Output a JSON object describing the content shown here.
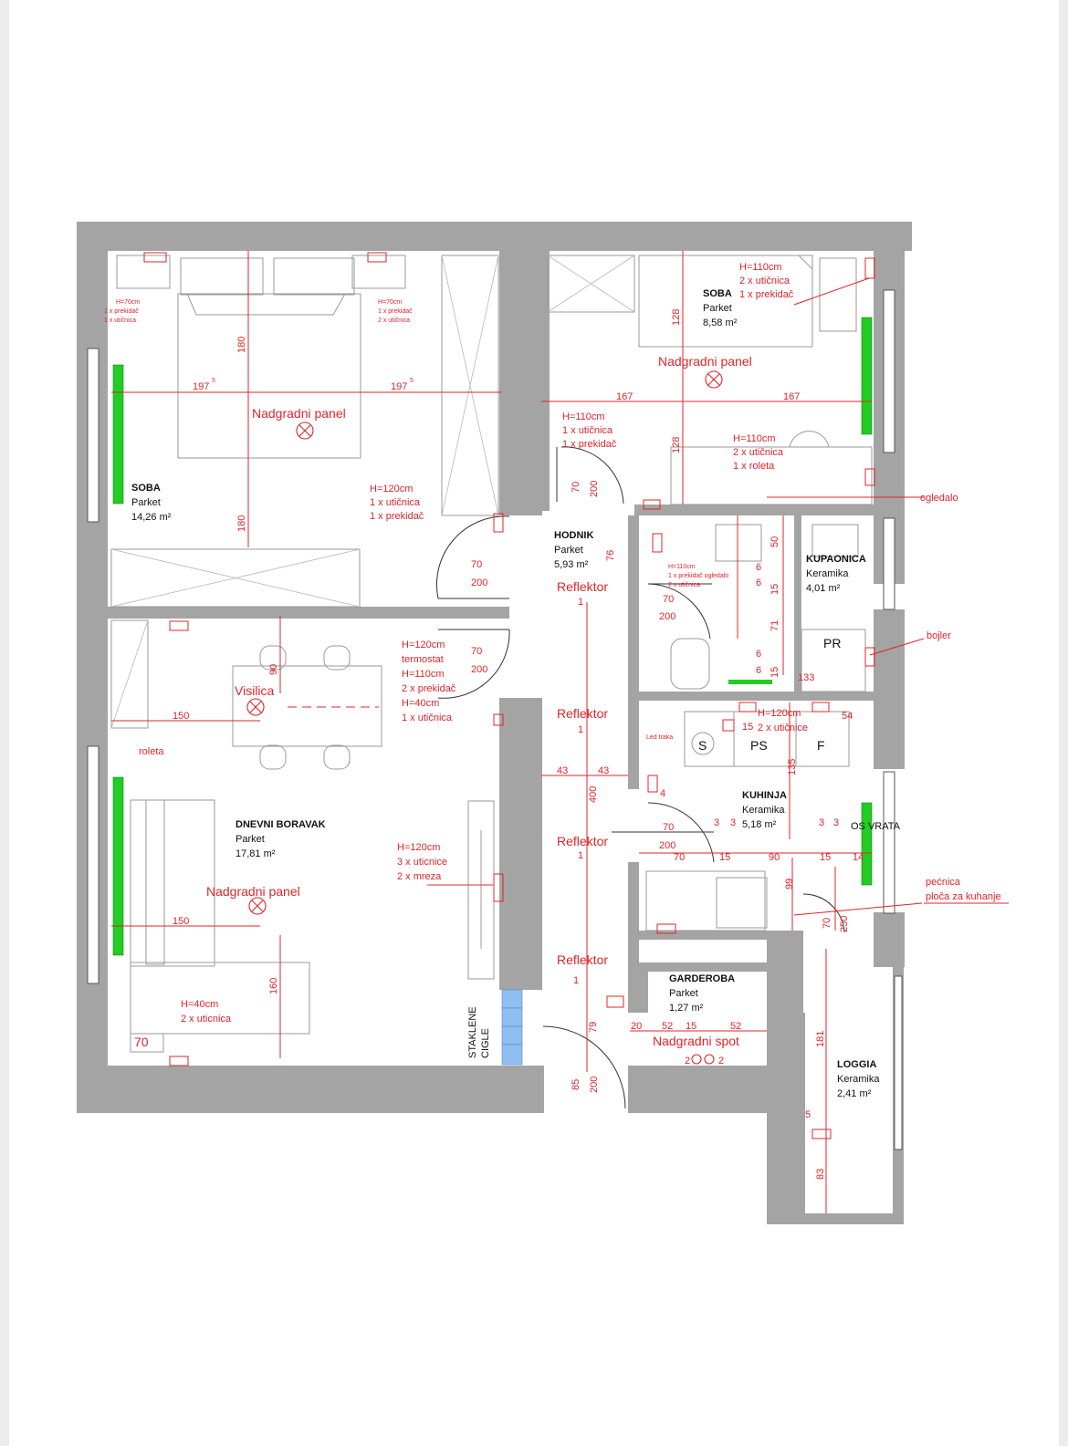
{
  "rooms": [
    {
      "id": "soba1",
      "name": "SOBA",
      "floor": "Parket",
      "area": "14,26 m²"
    },
    {
      "id": "soba2",
      "name": "SOBA",
      "floor": "Parket",
      "area": "8,58 m²"
    },
    {
      "id": "hodnik",
      "name": "HODNIK",
      "floor": "Parket",
      "area": "5,93 m²"
    },
    {
      "id": "kupaonica",
      "name": "KUPAONICA",
      "floor": "Keramika",
      "area": "4,01 m²"
    },
    {
      "id": "kuhinja",
      "name": "KUHINJA",
      "floor": "Keramika",
      "area": "5,18 m²"
    },
    {
      "id": "dnevni",
      "name": "DNEVNI BORAVAK",
      "floor": "Parket",
      "area": "17,81 m²"
    },
    {
      "id": "garderoba",
      "name": "GARDEROBA",
      "floor": "Parket",
      "area": "1,27 m²"
    },
    {
      "id": "loggia",
      "name": "LOGGIA",
      "floor": "Keramika",
      "area": "2,41 m²"
    }
  ],
  "notes": [
    {
      "id": "n1",
      "lines": [
        "H=70cm",
        "1 x prekidač",
        "1 x utičnica"
      ]
    },
    {
      "id": "n2",
      "lines": [
        "H=70cm",
        "1 x prekidač",
        "2 x utičnica"
      ]
    },
    {
      "id": "n3",
      "lines": [
        "H=110cm",
        "2 x utičnica",
        "1 x prekidač"
      ]
    },
    {
      "id": "n4",
      "lines": [
        "H=110cm",
        "1 x utičnica",
        "1 x prekidač"
      ]
    },
    {
      "id": "n5",
      "lines": [
        "H=110cm",
        "2 x utičnica",
        "1 x roleta"
      ]
    },
    {
      "id": "n6",
      "lines": [
        "H=120cm",
        "1 x utičnica",
        "1 x prekidač"
      ]
    },
    {
      "id": "n7",
      "lines": [
        "H=120cm",
        "termostat",
        "H=110cm",
        "2 x prekidač",
        "H=40cm",
        "1 x utičnica"
      ]
    },
    {
      "id": "n8",
      "lines": [
        "H=120cm",
        "3 x uticnice",
        "2 x mreza"
      ]
    },
    {
      "id": "n9",
      "lines": [
        "H=40cm",
        "2 x uticnica"
      ]
    },
    {
      "id": "n10",
      "lines": [
        "H=110cm",
        "1 x prekidač ogledalo",
        "2 x utičnica"
      ]
    },
    {
      "id": "n11",
      "lines": [
        "H=120cm",
        "2 x utičnice"
      ]
    }
  ],
  "labels": {
    "panel": "Nadgradni panel",
    "reflektor": "Reflektor",
    "visilica": "Visilica",
    "roleta": "roleta",
    "ogledalo": "ogledalo",
    "bojler": "bojler",
    "pecnica": "pećnica",
    "ploca": "ploča za kuhanje",
    "osVrata": "OS VRATA",
    "spot": "Nadgradni spot",
    "ledTraka": "Led traka",
    "staklene1": "STAKLENE",
    "staklene2": "CIGLE",
    "pr": "PR",
    "ps": "PS",
    "s": "S",
    "f": "F"
  },
  "dims": {
    "d1975": "197",
    "sup5": "5",
    "d1805": "180",
    "d1285": "128",
    "d167": "167",
    "d70": "70",
    "d200": "200",
    "d90": "90",
    "d150": "150",
    "d160": "160",
    "d43": "43",
    "d400": "400",
    "d76": "76",
    "d505": "50",
    "d15": "15",
    "d71": "71",
    "d1335": "133",
    "d54": "54",
    "d135": "135",
    "d99": "99",
    "d250": "250",
    "d20": "20",
    "d52": "52",
    "d525": "52",
    "d79": "79",
    "d85": "85",
    "d181": "181",
    "d83": "83",
    "d145": "14",
    "d1": "1",
    "d2": "2",
    "d3": "3",
    "d6": "6",
    "d4": "4",
    "d5": "5"
  }
}
